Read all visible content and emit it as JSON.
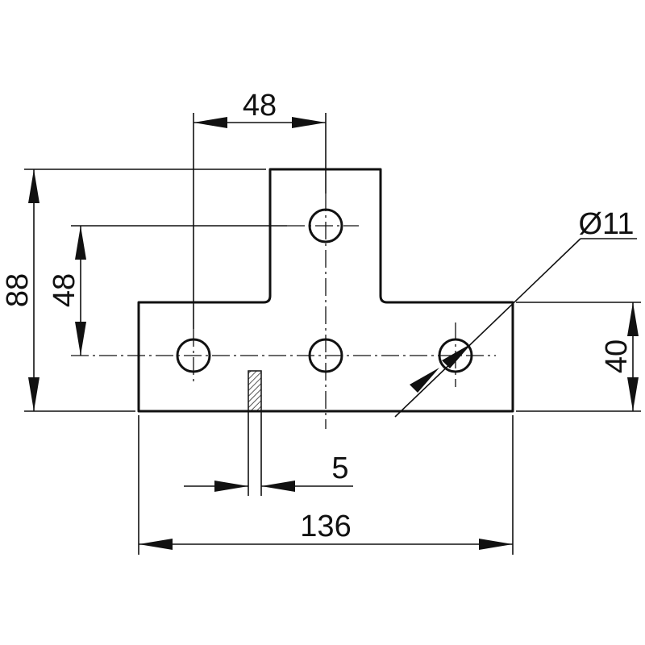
{
  "dimensions": {
    "top_hole_spacing": "48",
    "overall_height": "88",
    "hole_vertical_spacing": "48",
    "hole_diameter": "Ø11",
    "base_height": "40",
    "slot_width": "5",
    "overall_width": "136"
  }
}
